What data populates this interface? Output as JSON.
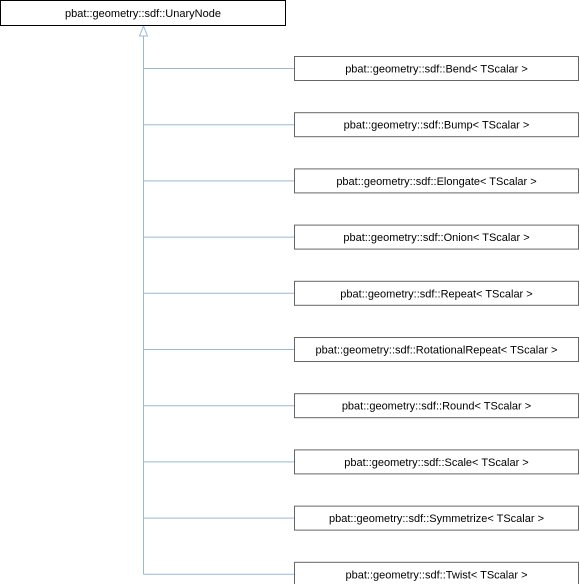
{
  "base_class": {
    "label": "pbat::geometry::sdf::UnaryNode"
  },
  "derived_classes": [
    {
      "label": "pbat::geometry::sdf::Bend< TScalar >"
    },
    {
      "label": "pbat::geometry::sdf::Bump< TScalar >"
    },
    {
      "label": "pbat::geometry::sdf::Elongate< TScalar >"
    },
    {
      "label": "pbat::geometry::sdf::Onion< TScalar >"
    },
    {
      "label": "pbat::geometry::sdf::Repeat< TScalar >"
    },
    {
      "label": "pbat::geometry::sdf::RotationalRepeat< TScalar >"
    },
    {
      "label": "pbat::geometry::sdf::Round< TScalar >"
    },
    {
      "label": "pbat::geometry::sdf::Scale< TScalar >"
    },
    {
      "label": "pbat::geometry::sdf::Symmetrize< TScalar >"
    },
    {
      "label": "pbat::geometry::sdf::Twist< TScalar >"
    }
  ],
  "colors": {
    "edge": "#9ab8d9",
    "box_border": "#666666",
    "base_border": "#000000"
  }
}
